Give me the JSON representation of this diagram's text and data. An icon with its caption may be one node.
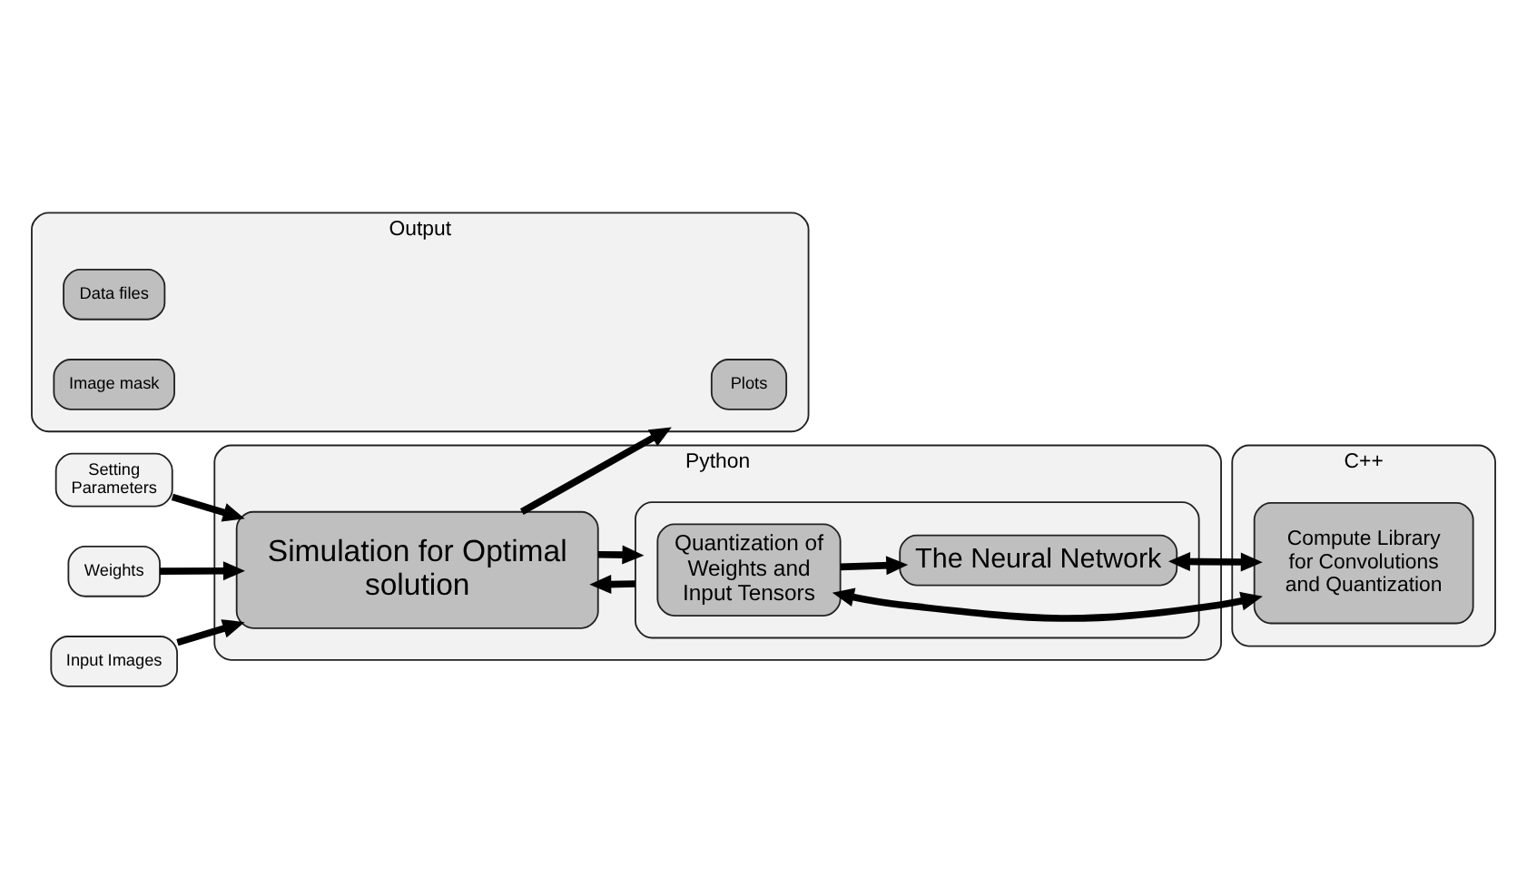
{
  "diagram": {
    "nodes": [
      {
        "text": [
          "Python"
        ]
      },
      {
        "text": [
          "Simulation for Optimal solution"
        ],
        "in": 0
      },
      {
        "text": [],
        "shape": "box",
        "in": 0
      },
      {
        "text": [
          "Quantization of Weights and Input Tensors"
        ],
        "in": 2
      },
      {
        "text": [
          "The Neural Network"
        ],
        "in": 2
      },
      {
        "text": [
          "Setting Parameters"
        ]
      },
      {
        "text": [
          "Weights"
        ]
      },
      {
        "text": [
          "Input Images"
        ]
      },
      {
        "text": [
          "Output"
        ]
      },
      {
        "text": [
          "Plots"
        ],
        "in": 8
      },
      {
        "text": [
          "Data files"
        ],
        "in": 8
      },
      {
        "text": [
          "Image mask"
        ],
        "in": 8
      },
      {
        "text": [
          "C++"
        ]
      },
      {
        "text": [
          "Compute Library for Convolutions and Quantization"
        ],
        "in": 12
      }
    ],
    "edges": [
      {
        "from": 5,
        "to": 1,
        "arrow": "to"
      },
      {
        "from": 6,
        "to": 1,
        "arrow": "to"
      },
      {
        "from": 7,
        "to": 1,
        "arrow": "to"
      },
      {
        "from": 1,
        "to": 8,
        "arrow": "to"
      },
      {
        "from": 1,
        "to": 2,
        "arrow": "to"
      },
      {
        "from": 3,
        "to": 4,
        "arrow": "to"
      },
      {
        "from": 2,
        "to": 1,
        "arrow": "to"
      },
      {
        "from": 3,
        "to": 13,
        "arrow": "both"
      },
      {
        "from": 4,
        "to": 13,
        "arrow": "both"
      }
    ]
  }
}
